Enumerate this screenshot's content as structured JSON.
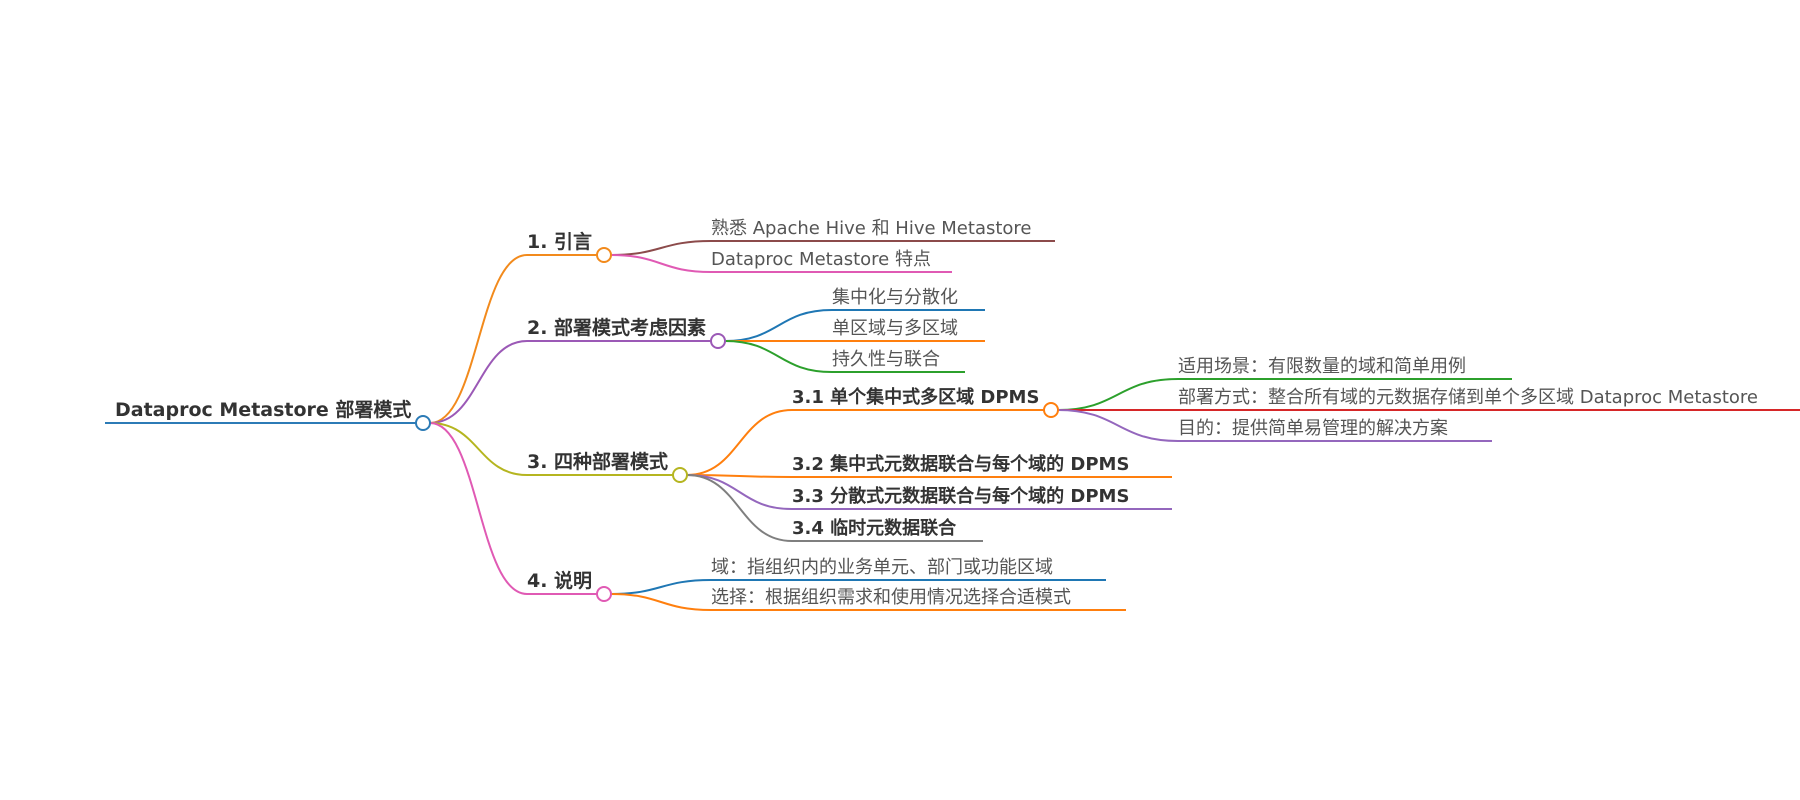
{
  "root": {
    "label": "Dataproc Metastore 部署模式",
    "color": "#2c7bb6"
  },
  "branches": [
    {
      "label": "1. 引言",
      "color": "#f28a1c",
      "children": [
        {
          "label": "熟悉 Apache Hive 和 Hive Metastore",
          "color": "#8c4b4b"
        },
        {
          "label": "Dataproc Metastore 特点",
          "color": "#e05ab4"
        }
      ]
    },
    {
      "label": "2. 部署模式考虑因素",
      "color": "#9b59b6",
      "children": [
        {
          "label": "集中化与分散化",
          "color": "#1f77b4"
        },
        {
          "label": "单区域与多区域",
          "color": "#ff7f0e"
        },
        {
          "label": "持久性与联合",
          "color": "#2ca02c"
        }
      ]
    },
    {
      "label": "3. 四种部署模式",
      "color": "#b5b520",
      "children": [
        {
          "label": "3.1 单个集中式多区域 DPMS",
          "color": "#ff7f0e",
          "children": [
            {
              "label": "适用场景：有限数量的域和简单用例",
              "color": "#2ca02c"
            },
            {
              "label": "部署方式：整合所有域的元数据存储到单个多区域 Dataproc Metastore",
              "color": "#d62728"
            },
            {
              "label": "目的：提供简单易管理的解决方案",
              "color": "#9467bd"
            }
          ]
        },
        {
          "label": "3.2 集中式元数据联合与每个域的 DPMS",
          "color": "#ff7f0e"
        },
        {
          "label": "3.3 分散式元数据联合与每个域的 DPMS",
          "color": "#9467bd"
        },
        {
          "label": "3.4 临时元数据联合",
          "color": "#7f7f7f"
        }
      ]
    },
    {
      "label": "4. 说明",
      "color": "#e05ab4",
      "children": [
        {
          "label": "域：指组织内的业务单元、部门或功能区域",
          "color": "#1f77b4"
        },
        {
          "label": "选择：根据组织需求和使用情况选择合适模式",
          "color": "#ff7f0e"
        }
      ]
    }
  ]
}
